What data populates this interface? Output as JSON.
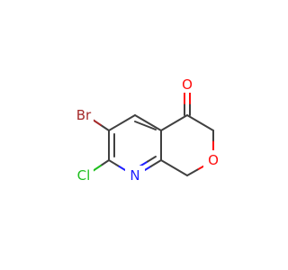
{
  "molecule": {
    "atoms": {
      "bromine": "Br",
      "chlorine": "Cl",
      "nitrogen": "N",
      "carbonyl_oxygen": "O",
      "ring_oxygen": "O"
    }
  },
  "colors": {
    "bond": "#404040",
    "bromine": "#a52a2a",
    "chlorine": "#1fbf1f",
    "nitrogen": "#1f1fff",
    "oxygen": "#ff0d0d"
  }
}
